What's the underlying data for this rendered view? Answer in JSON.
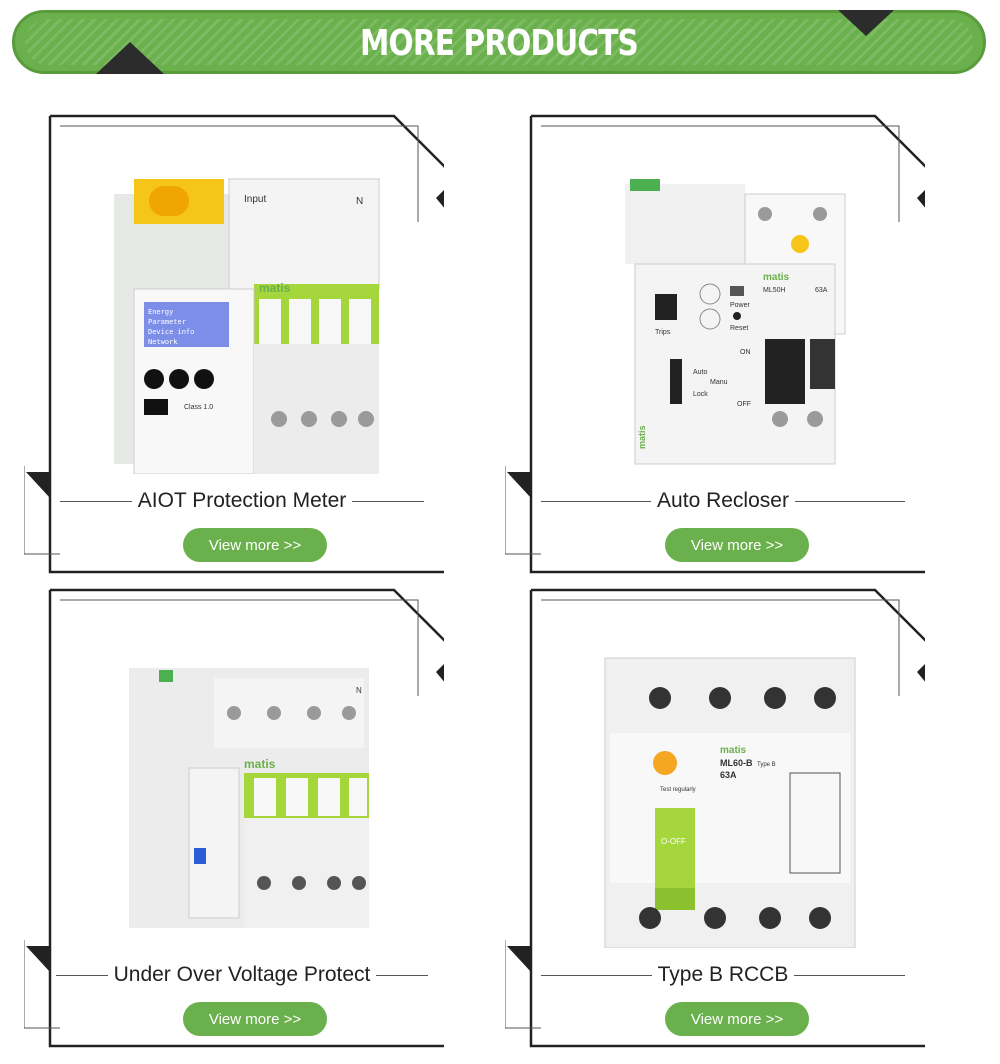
{
  "banner": {
    "title": "MORE PRODUCTS"
  },
  "products": [
    {
      "title": "AIOT Protection Meter",
      "button": "View more >>"
    },
    {
      "title": "Auto Recloser",
      "button": "View more >>"
    },
    {
      "title": "Under Over Voltage Protect",
      "button": "View more >>"
    },
    {
      "title": "Type B RCCB",
      "button": "View more >>"
    }
  ],
  "device_labels": {
    "input": "Input",
    "n": "N",
    "brand": "matis",
    "lcd_lines": [
      "Energy",
      "Parameter",
      "Device info",
      "Network"
    ],
    "class": "Class 1.0",
    "trips": "Trips",
    "power": "Power",
    "reset": "Reset",
    "on": "ON",
    "off": "OFF",
    "auto": "Auto",
    "manu": "Manu",
    "lock": "Lock",
    "model_recloser": "ML50H",
    "amps_recloser": "63A",
    "model_rccb": "ML60-B",
    "type_b": "Type B",
    "amps_rccb": "63A",
    "test": "Test regularly",
    "o_off": "O-OFF"
  },
  "colors": {
    "accent": "#6ab04c",
    "lime": "#a5d63c",
    "yellow": "#f5c518",
    "dark": "#2c2c2c"
  }
}
